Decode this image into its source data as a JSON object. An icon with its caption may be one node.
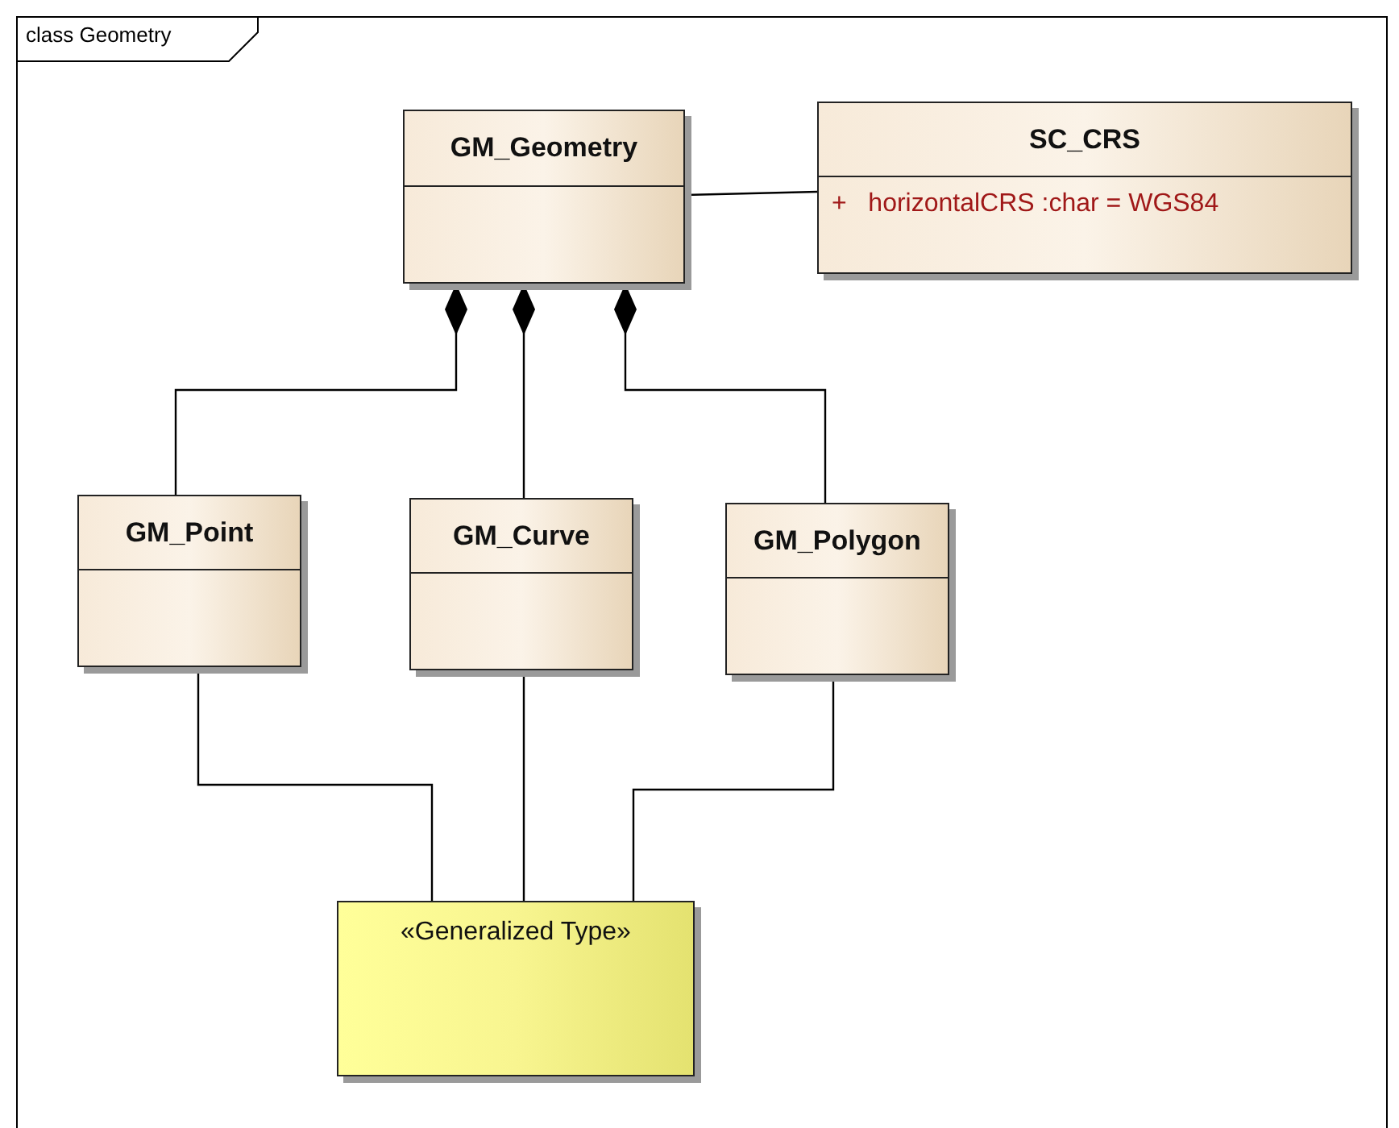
{
  "diagram": {
    "title": "class Geometry",
    "nodes": [
      {
        "text": [
          "GM_Geometry"
        ]
      },
      {
        "text": [
          "SC_CRS",
          "+ horizontalCRS :char = WGS84"
        ]
      },
      {
        "text": [
          "GM_Point"
        ]
      },
      {
        "text": [
          "GM_Curve"
        ]
      },
      {
        "text": [
          "GM_Polygon"
        ]
      },
      {
        "text": [
          "«Generalized Type»"
        ]
      }
    ],
    "edges": [
      {
        "from": 0,
        "to": 1,
        "arrow": "none"
      },
      {
        "from": 2,
        "to": 0,
        "arrow": "other"
      },
      {
        "from": 3,
        "to": 0,
        "arrow": "other"
      },
      {
        "from": 4,
        "to": 0,
        "arrow": "other"
      },
      {
        "from": 2,
        "to": 5,
        "arrow": "none"
      },
      {
        "from": 3,
        "to": 5,
        "arrow": "none"
      },
      {
        "from": 4,
        "to": 5,
        "arrow": "none"
      }
    ]
  }
}
